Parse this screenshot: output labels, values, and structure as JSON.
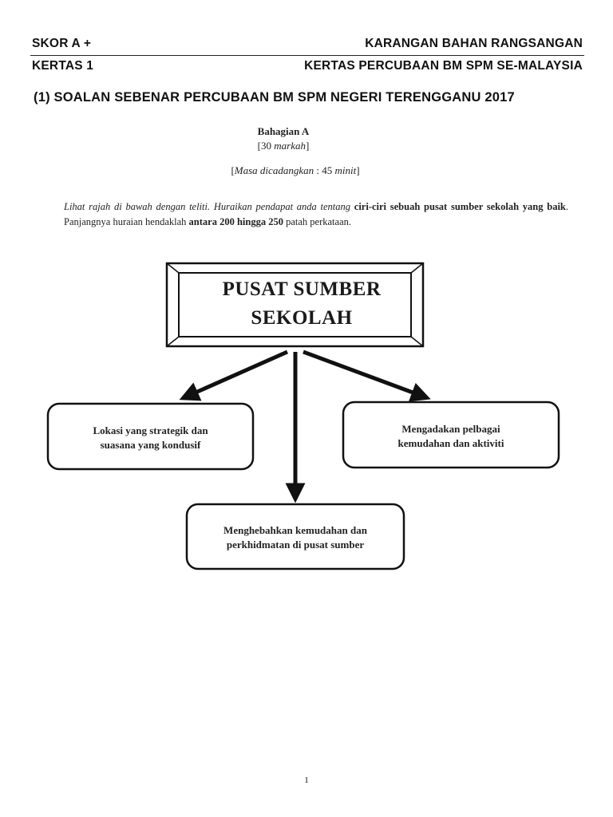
{
  "header": {
    "left_top": "SKOR A +",
    "right_top": "KARANGAN BAHAN RANGSANGAN",
    "left_bottom": "KERTAS 1",
    "right_bottom": "KERTAS PERCUBAAN BM SPM SE-MALAYSIA"
  },
  "title": "(1) SOALAN SEBENAR PERCUBAAN BM SPM NEGERI TERENGGANU 2017",
  "section": {
    "name": "Bahagian A",
    "marks_open": "[30 ",
    "marks_word": "markah",
    "marks_close": "]",
    "time_open": "[",
    "time_text": "Masa dicadangkan",
    "time_value": " : 45 ",
    "time_unit": "minit",
    "time_close": "]"
  },
  "instructions": {
    "p1": "Lihat rajah di bawah dengan teliti. Huraikan pendapat anda tentang ",
    "p2": "ciri-ciri sebuah pusat sumber sekolah yang baik",
    "p3": ". Panjangnya huraian hendaklah ",
    "p4": "antara 200 hingga 250",
    "p5": " patah perkataan."
  },
  "diagram": {
    "main_line1": "PUSAT SUMBER",
    "main_line2": "SEKOLAH",
    "left_line1": "Lokasi yang strategik dan",
    "left_line2": "suasana yang kondusif",
    "right_line1": "Mengadakan pelbagai",
    "right_line2": "kemudahan dan aktiviti",
    "bottom_line1": "Menghebahkan kemudahan dan",
    "bottom_line2": "perkhidmatan di pusat sumber"
  },
  "page_number": "1"
}
